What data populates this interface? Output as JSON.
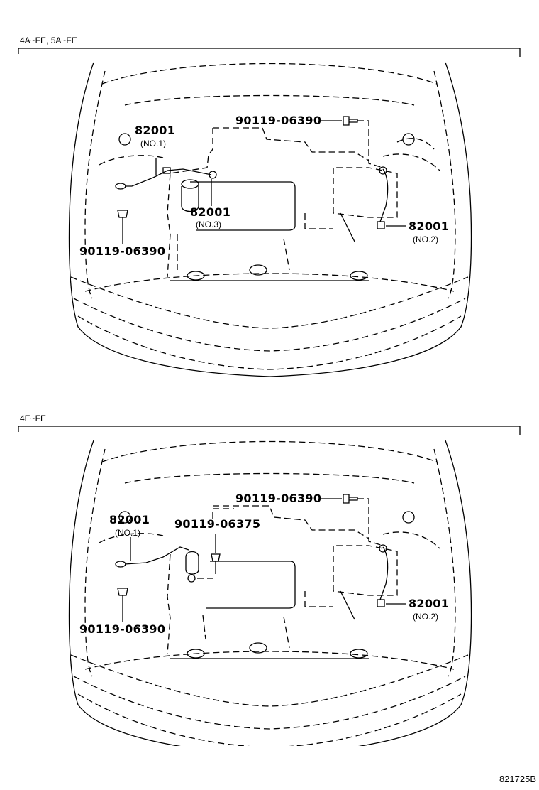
{
  "sections": [
    {
      "label": "4A~FE, 5A~FE",
      "parts": [
        {
          "number": "82001",
          "note": "(NO.1)"
        },
        {
          "number": "82001",
          "note": "(NO.3)"
        },
        {
          "number": "82001",
          "note": "(NO.2)"
        },
        {
          "number": "90119-06390",
          "note": ""
        },
        {
          "number": "90119-06390",
          "note": ""
        }
      ]
    },
    {
      "label": "4E~FE",
      "parts": [
        {
          "number": "82001",
          "note": "(NO.1)"
        },
        {
          "number": "90119-06375",
          "note": ""
        },
        {
          "number": "82001",
          "note": "(NO.2)"
        },
        {
          "number": "90119-06390",
          "note": ""
        },
        {
          "number": "90119-06390",
          "note": ""
        }
      ]
    }
  ],
  "diagram_ref": "821725B"
}
